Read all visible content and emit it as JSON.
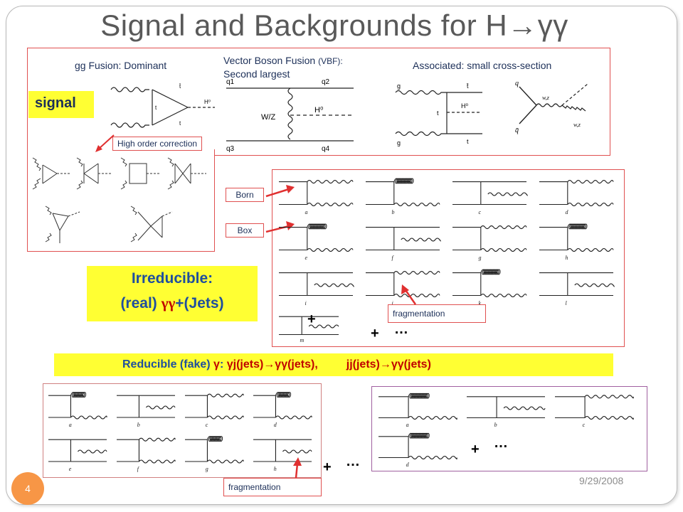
{
  "slide": {
    "title": "Signal and Backgrounds for H→γγ",
    "page_number": "4",
    "date": "9/29/2008",
    "colors": {
      "accent_red": "#e05050",
      "highlight_yellow": "#ffff33",
      "irreducible_text": "#1f4e9e",
      "reducible_red": "#c00000",
      "page_badge": "#f79646"
    }
  },
  "signal": {
    "badge": "signal",
    "gg_fusion": "gg Fusion: Dominant",
    "vbf_line1": "Vector Boson Fusion",
    "vbf_paren": "(VBF):",
    "vbf_line2": "Second largest",
    "associated": "Associated: small cross-section",
    "high_order": "High order correction"
  },
  "irreducible": {
    "born": "Born",
    "box": "Box",
    "fragmentation": "fragmentation",
    "label_line1": "Irreducible:",
    "label_line2_prefix": "(real) ",
    "label_line2_gg": "γγ",
    "label_line2_suffix": "+(Jets)",
    "plus": "+",
    "ellipsis": "…"
  },
  "reducible": {
    "prefix": "Reducible (fake) ",
    "gamma": "γ",
    "colon": ": ",
    "part1": "γj(jets)→γγ(jets),",
    "part2": "jj(jets)→γγ(jets)",
    "fragmentation": "fragmentation",
    "plus": "+",
    "ellipsis": "…"
  },
  "diagram_letters": {
    "irreducible": [
      "a",
      "b",
      "c",
      "d",
      "e",
      "f",
      "g",
      "h",
      "i",
      "j",
      "k",
      "l",
      "m"
    ],
    "reducible_left": [
      "a",
      "b",
      "c",
      "d",
      "e",
      "f",
      "g",
      "h"
    ],
    "reducible_right": [
      "a",
      "b",
      "c",
      "d"
    ]
  },
  "vbf_diagram_labels": {
    "q1": "q1",
    "q2": "q2",
    "q3": "q3",
    "q4": "q4",
    "wz": "W/Z",
    "h0": "H⁰"
  },
  "associated_diagram_labels": {
    "g": "g",
    "t": "t",
    "tbar": "t̄",
    "h0": "H⁰",
    "q": "q",
    "qbar": "q̄",
    "wz": "w,z"
  }
}
